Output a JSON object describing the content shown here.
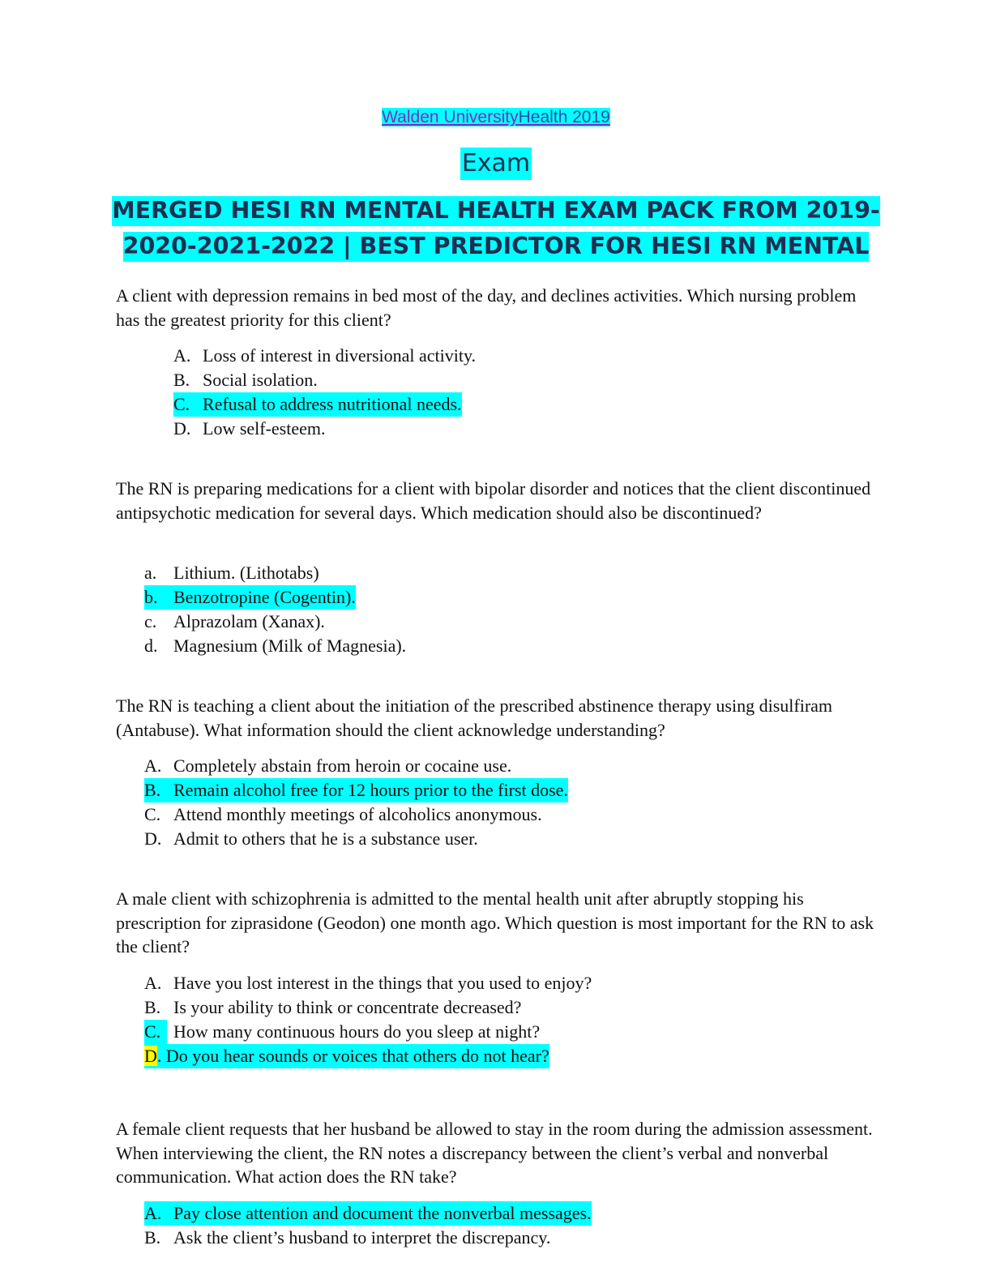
{
  "header": {
    "link_part1": "Walden University",
    "link_part2": "Health 2019",
    "subtitle": "Exam",
    "title_line1": "MERGED HESI RN MENTAL HEALTH EXAM PACK FROM 2019-",
    "title_line2": "2020-2021-2022 | BEST PREDICTOR FOR HESI RN MENTAL"
  },
  "questions": [
    {
      "text": "A client with depression remains in bed most of the day, and declines activities. Which nursing problem has the greatest priority for this client?",
      "options": [
        {
          "label": "A.",
          "text": "Loss of interest in diversional activity.",
          "highlight": false
        },
        {
          "label": "B.",
          "text": "Social isolation.",
          "highlight": false
        },
        {
          "label": "C.",
          "text": "Refusal to address nutritional needs.",
          "highlight": true
        },
        {
          "label": "D.",
          "text": "Low self-esteem.",
          "highlight": false
        }
      ]
    },
    {
      "text": "The RN is preparing medications for a client with bipolar disorder and notices that the client discontinued antipsychotic medication for several days. Which medication should also be discontinued?",
      "options": [
        {
          "label": "a.",
          "text": "Lithium. (Lithotabs)",
          "highlight": false
        },
        {
          "label": "b.",
          "text": "Benzotropine (Cogentin).",
          "highlight": true
        },
        {
          "label": "c.",
          "text": "Alprazolam (Xanax).",
          "highlight": false
        },
        {
          "label": "d.",
          "text": "Magnesium (Milk of Magnesia).",
          "highlight": false
        }
      ]
    },
    {
      "text": "The RN is teaching a client about the initiation of the prescribed abstinence therapy using disulfiram (Antabuse). What information should the client acknowledge understanding?",
      "options": [
        {
          "label": "A.",
          "text": "Completely abstain from heroin or cocaine use.",
          "highlight": false
        },
        {
          "label": "B.",
          "text": "Remain alcohol free for 12 hours prior to the first dose.",
          "highlight": true
        },
        {
          "label": "C.",
          "text": "Attend monthly meetings of alcoholics anonymous.",
          "highlight": false
        },
        {
          "label": "D.",
          "text": "Admit to others that he is a substance user.",
          "highlight": false
        }
      ]
    },
    {
      "text": "A male client with schizophrenia is admitted to the mental health unit after abruptly stopping his prescription for ziprasidone (Geodon) one month ago. Which question is most important for the RN to ask the client?",
      "options": [
        {
          "label": "A.",
          "text": "Have you lost interest in the things that you used to enjoy?",
          "highlight": false
        },
        {
          "label": "B.",
          "text": "Is your ability to think or concentrate decreased?",
          "highlight": false
        },
        {
          "label": "C.",
          "text": "How many continuous hours do you sleep at night?",
          "highlight": "label"
        },
        {
          "label": "D",
          "text": ". Do you hear sounds or voices that others do not hear?",
          "highlight": "yellow-label"
        }
      ]
    },
    {
      "text": "A female client requests that her husband be allowed to stay in the room during the admission assessment. When interviewing the client, the RN notes a discrepancy between the client’s verbal and nonverbal communication. What action does the RN take?",
      "options": [
        {
          "label": "A.",
          "text": "Pay close attention and document the nonverbal messages.",
          "highlight": true
        },
        {
          "label": "B.",
          "text": "Ask the client’s husband to interpret the discrepancy.",
          "highlight": false
        }
      ]
    }
  ]
}
